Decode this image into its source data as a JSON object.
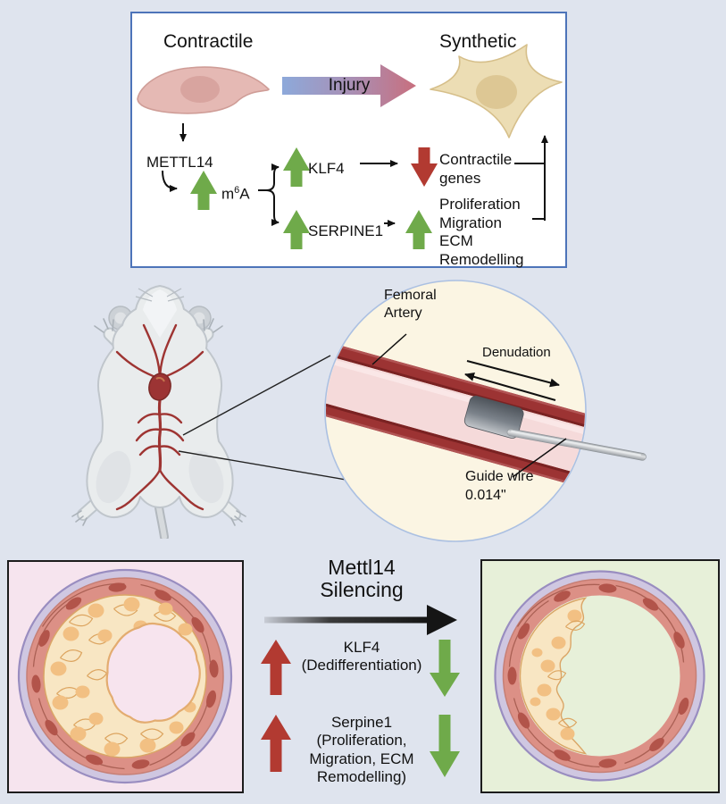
{
  "colors": {
    "background": "#dfe4ee",
    "top_box_border": "#4d74b9",
    "arrow_green": "#6faa4a",
    "arrow_red": "#b23a31",
    "artery_red": "#9c3333",
    "panel_pink": "#f6e4ee",
    "panel_green": "#e7f0d9",
    "injury_gradient_start": "#8da9da",
    "injury_gradient_end": "#c86f7e"
  },
  "top_panel": {
    "contractile_label": "Contractile",
    "synthetic_label": "Synthetic",
    "injury_label": "Injury",
    "mettl14_label": "METTL14",
    "m6a_prefix": "m",
    "m6a_sup": "6",
    "m6a_suffix": "A",
    "klf4_label": "KLF4",
    "serpine1_label": "SERPINE1",
    "contractile_genes_label": "Contractile\ngenes",
    "effects_label": "Proliferation\nMigration\nECM\nRemodelling"
  },
  "middle_panel": {
    "femoral_artery_label": "Femoral\nArtery",
    "denudation_label": "Denudation",
    "guide_wire_label": "Guide wire\n0.014\""
  },
  "bottom_panel": {
    "title": "Mettl14\nSilencing",
    "klf4_text": "KLF4\n(Dedifferentiation)",
    "serpine1_text": "Serpine1\n(Proliferation,\nMigration, ECM\nRemodelling)"
  }
}
